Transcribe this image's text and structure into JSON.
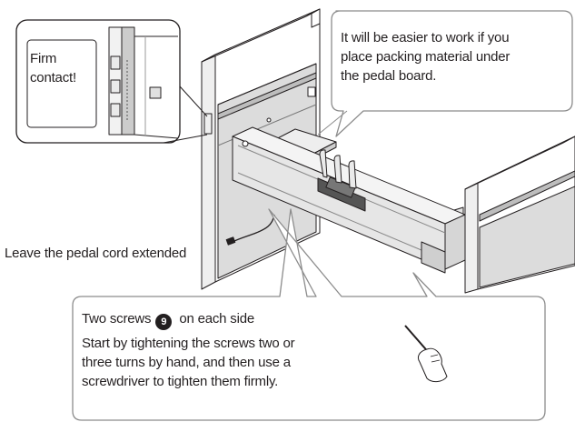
{
  "callouts": {
    "packing_tip": [
      "It will be easier to work if you",
      "place packing material under",
      "the pedal board."
    ],
    "inset_label": [
      "Firm",
      "contact!"
    ],
    "cord_label": "Leave the pedal cord extended",
    "screws": {
      "prefix": "Two screws",
      "badge": "9",
      "suffix": " on each side"
    },
    "instructions": [
      "Start by tightening the screws two or",
      "three turns by hand, and then use a",
      "screwdriver to tighten them firmly."
    ]
  },
  "colors": {
    "line": "#231f20",
    "panel_fill": "#dcdcdc",
    "panel_dark": "#9a9a9a",
    "frame_light": "#f2f2f2",
    "callout_border": "#8c8c8c"
  }
}
